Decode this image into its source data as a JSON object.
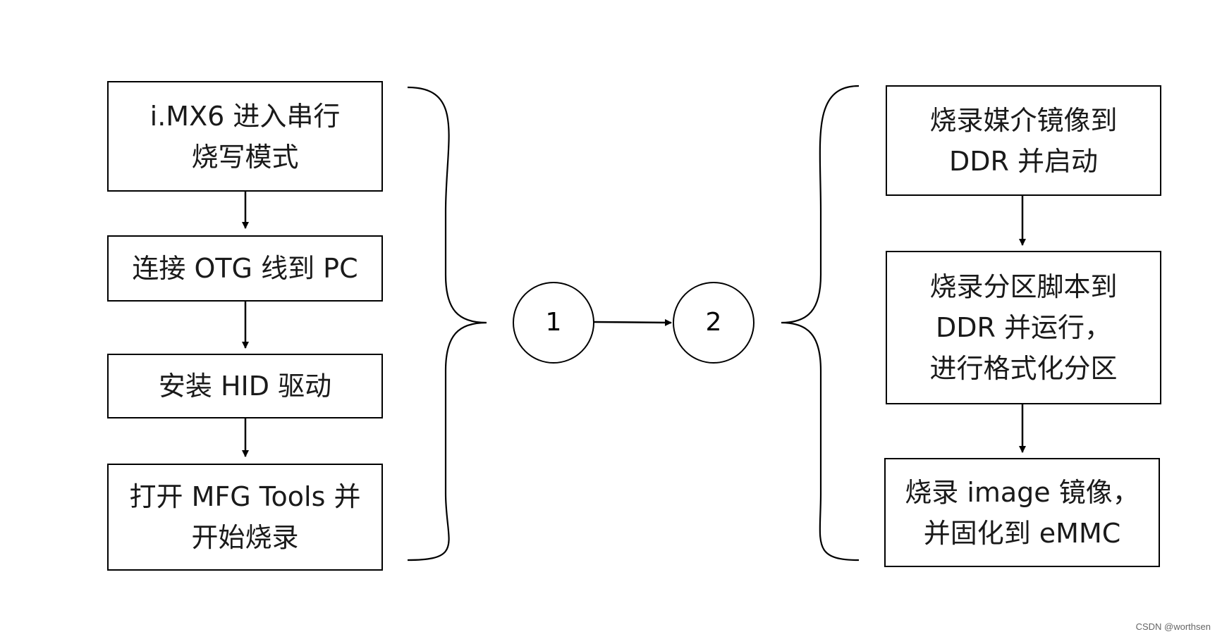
{
  "left_steps": [
    {
      "lines": [
        "i.MX6 进入串行",
        "烧写模式"
      ]
    },
    {
      "lines": [
        "连接 OTG 线到 PC"
      ]
    },
    {
      "lines": [
        "安装 HID 驱动"
      ]
    },
    {
      "lines": [
        "打开 MFG Tools 并",
        "开始烧录"
      ]
    }
  ],
  "right_steps": [
    {
      "lines": [
        "烧录媒介镜像到",
        "DDR 并启动"
      ]
    },
    {
      "lines": [
        "烧录分区脚本到",
        "DDR 并运行，",
        "进行格式化分区"
      ]
    },
    {
      "lines": [
        "烧录 image 镜像，",
        "并固化到 eMMC"
      ]
    }
  ],
  "stage_labels": [
    "1",
    "2"
  ],
  "watermark": "CSDN @worthsen",
  "colors": {
    "stroke": "#000000",
    "background": "#ffffff",
    "text": "#1a1a1a"
  }
}
